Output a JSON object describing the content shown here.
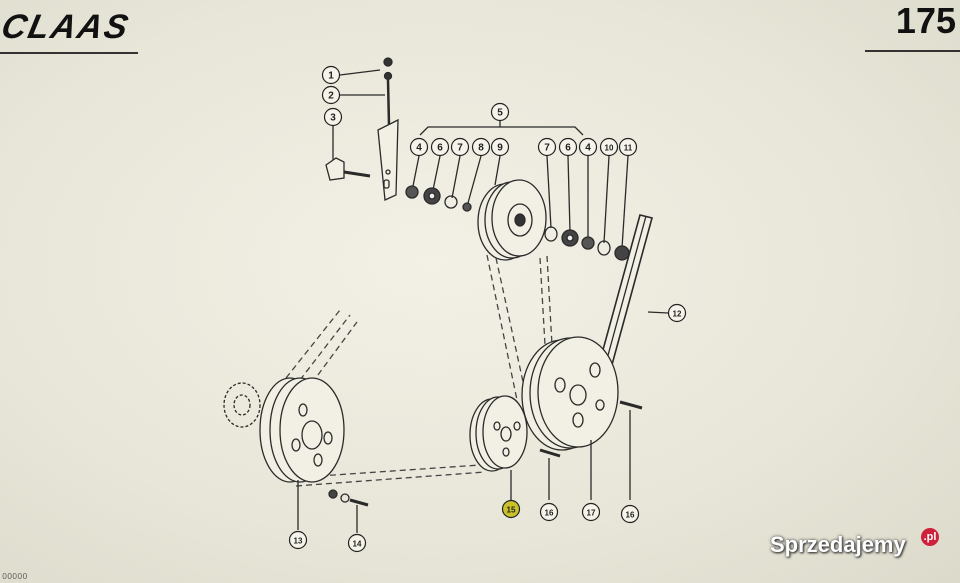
{
  "header": {
    "brand": "CLAAS",
    "page_number": "175"
  },
  "callouts": [
    "1",
    "2",
    "3",
    "4",
    "6",
    "7",
    "8",
    "9",
    "5",
    "7",
    "6",
    "4",
    "10",
    "11",
    "12",
    "13",
    "14",
    "15",
    "16",
    "17",
    "16"
  ],
  "watermark": {
    "text": "Sprzedajemy",
    "badge": ".pl"
  },
  "footer": {
    "corner_text": "00000"
  },
  "colors": {
    "background": "#e8e6d8",
    "ink": "#2a2a2a",
    "highlight": "#c9c22a"
  }
}
